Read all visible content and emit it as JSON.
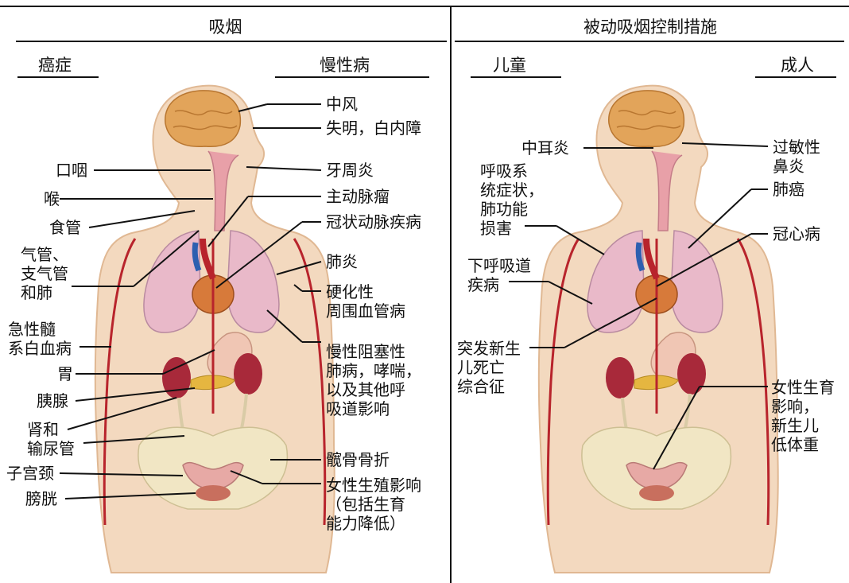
{
  "headers": {
    "left": "吸烟",
    "right": "被动吸烟控制措施"
  },
  "subheaders": {
    "cancer": "癌症",
    "chronic": "慢性病",
    "children": "儿童",
    "adults": "成人"
  },
  "left_labels": {
    "mouth_throat": "口咽",
    "larynx": "喉",
    "esophagus": "食管",
    "trachea_lung": "气管、\n支气管\n和肺",
    "leukemia": "急性髓\n系白血病",
    "stomach": "胃",
    "pancreas": "胰腺",
    "kidney_ureter": "肾和\n输尿管",
    "cervix": "子宫颈",
    "bladder": "膀胱",
    "stroke": "中风",
    "blindness": "失明，白内障",
    "periodontitis": "牙周炎",
    "aortic_aneurysm": "主动脉瘤",
    "coronary": "冠状动脉疾病",
    "pneumonia": "肺炎",
    "pvd": "硬化性\n周围血管病",
    "copd": "慢性阻塞性\n肺病，哮喘，\n以及其他呼\n吸道影响",
    "hip_fracture": "髋骨骨折",
    "reproductive": "女性生殖影响\n（包括生育\n能力降低）"
  },
  "right_labels": {
    "otitis": "中耳炎",
    "resp_symptoms": "呼吸系\n统症状，\n肺功能\n损害",
    "lower_resp": "下呼吸道\n疾病",
    "sids": "突发新生\n儿死亡\n综合征",
    "nasal_irritation": "过敏性\n鼻炎",
    "lung_cancer": "肺癌",
    "chd": "冠心病",
    "reproductive": "女性生育\n影响，\n新生儿\n低体重"
  },
  "colors": {
    "skin": "#f3d9bf",
    "skin_line": "#e0b893",
    "brain": "#e2a45a",
    "lung": "#e9b9c9",
    "artery": "#b8242c",
    "vein": "#2d5fb0",
    "kidney": "#a8293a",
    "bone": "#f1e6c4",
    "heart": "#d77a3a"
  }
}
